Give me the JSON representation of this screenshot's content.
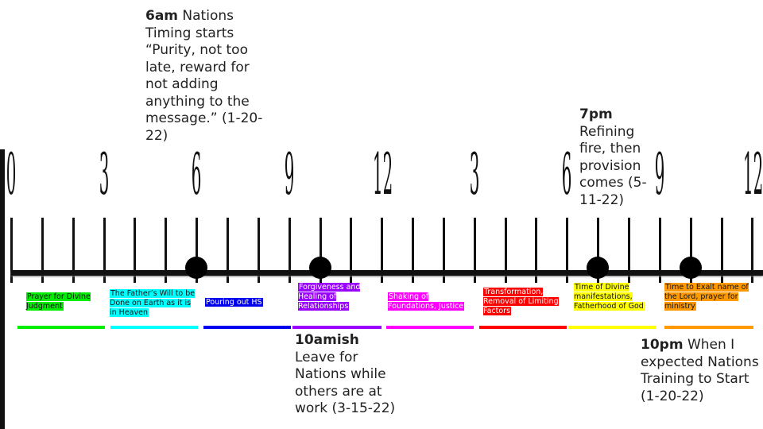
{
  "ruler": {
    "hour_labels": [
      "0",
      "3",
      "6",
      "9",
      "12",
      "3",
      "6",
      "9",
      "12"
    ]
  },
  "markers": [
    {
      "name": "6am",
      "hour": 6
    },
    {
      "name": "10am",
      "hour": 10
    },
    {
      "name": "7pm",
      "hour": 19
    },
    {
      "name": "10pm",
      "hour": 22
    }
  ],
  "segments": [
    {
      "label": "Prayer for Divine Judgment",
      "color": "#00ee00",
      "text_color": "#111"
    },
    {
      "label": "The Father’s Will to be Done on Earth as it is in Heaven",
      "color": "#00ffff",
      "text_color": "#111"
    },
    {
      "label": "Pouring out HS",
      "color": "#0000ee",
      "text_color": "#fff"
    },
    {
      "label": "Forgiveness and Healing of Relationships",
      "color": "#9a00ff",
      "text_color": "#fff"
    },
    {
      "label": "Shaking of Foundations, Justice",
      "color": "#ff00ff",
      "text_color": "#fff"
    },
    {
      "label": "Transformation, Removal of Limiting Factors",
      "color": "#ff0000",
      "text_color": "#fff"
    },
    {
      "label": "Time of Divine manifestations, Fatherhood of God",
      "color": "#ffff00",
      "text_color": "#111"
    },
    {
      "label": "Time to Exalt name of the Lord, prayer for ministry",
      "color": "#ff9900",
      "text_color": "#111"
    }
  ],
  "notes": {
    "n6am": {
      "time": "6am",
      "text": "Nations Timing starts “Purity, not too late, reward for not adding anything to the message.” (1-20-22)"
    },
    "n7pm": {
      "time": "7pm",
      "text": "Refining fire, then provision comes (5-11-22)"
    },
    "n10am": {
      "time": "10amish",
      "text": "Leave for Nations while others are at work (3-15-22)"
    },
    "n10pm": {
      "time": "10pm",
      "text": "When I expected Nations Training to Start (1-20-22)"
    }
  }
}
